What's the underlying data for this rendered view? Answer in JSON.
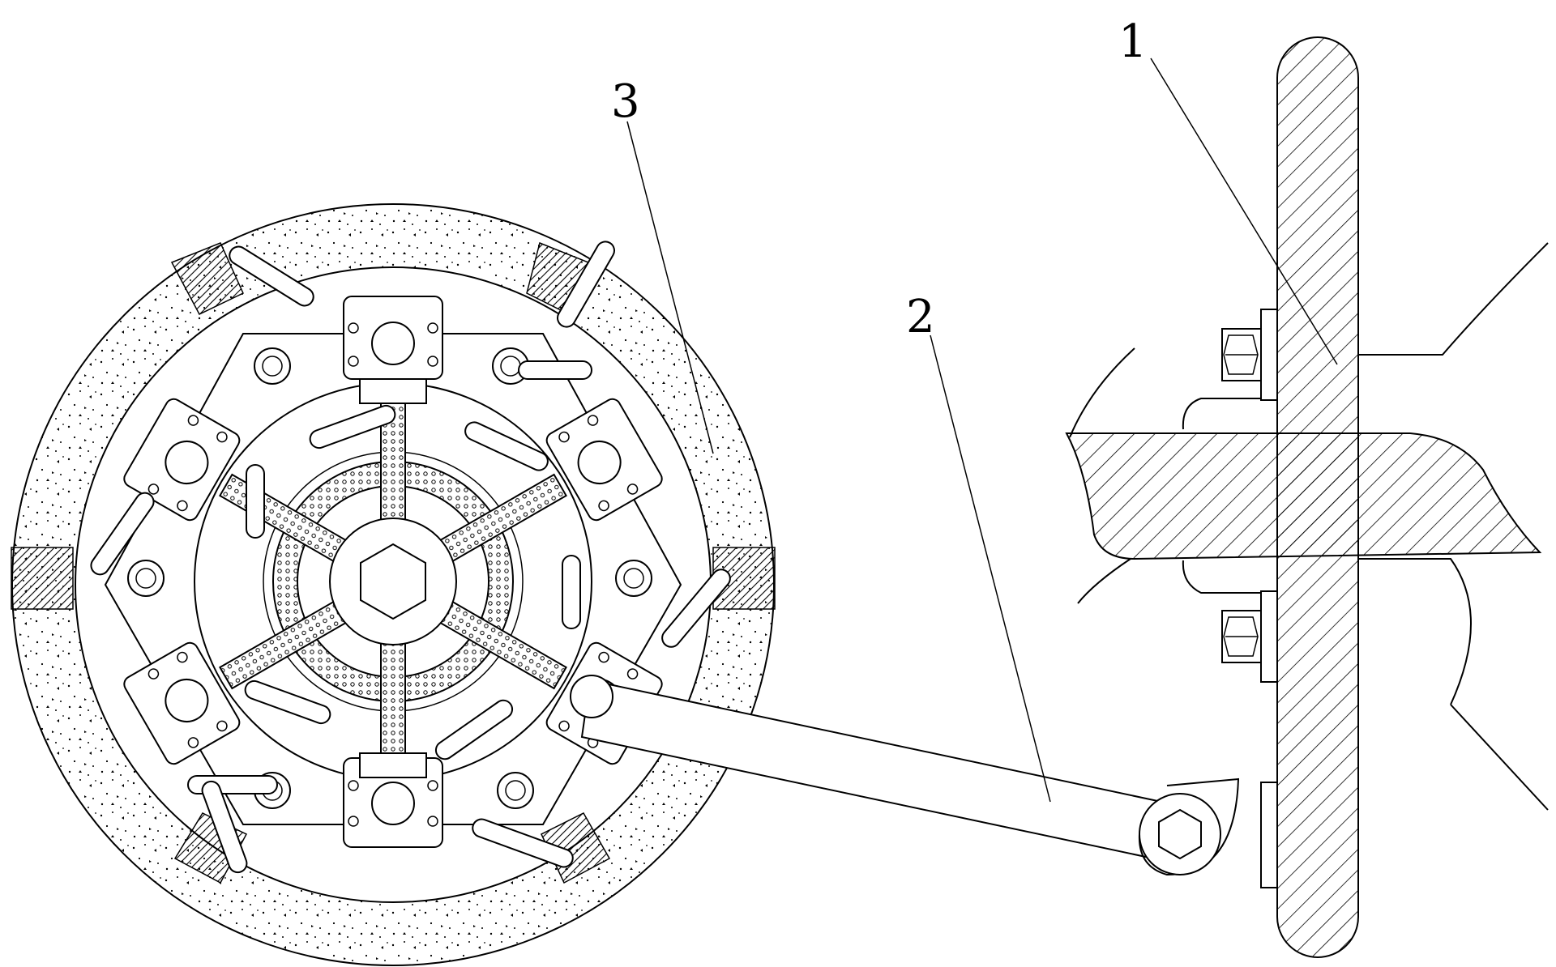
{
  "labels": [
    {
      "id": "1",
      "text": "1"
    },
    {
      "id": "2",
      "text": "2"
    },
    {
      "id": "3",
      "text": "3"
    }
  ],
  "colors": {
    "line": "#000000",
    "background": "#ffffff"
  }
}
